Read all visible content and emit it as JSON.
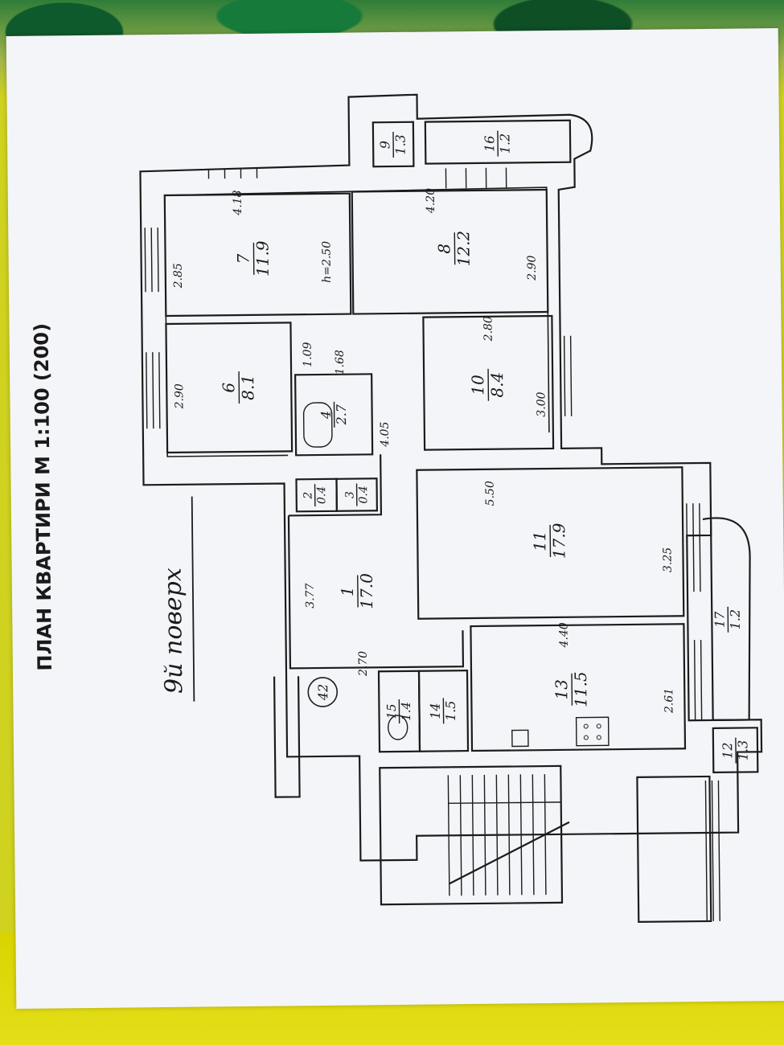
{
  "title": "ПЛАН КВАРТИРИ М 1:100 (200)",
  "floor_label": "9й поверх",
  "building_marker": "42",
  "rooms": [
    {
      "num": "1",
      "area": "17.0"
    },
    {
      "num": "2",
      "area": "0.4"
    },
    {
      "num": "3",
      "area": "0.4"
    },
    {
      "num": "4",
      "area": "2.7"
    },
    {
      "num": "6",
      "area": "8.1"
    },
    {
      "num": "7",
      "area": "11.9"
    },
    {
      "num": "8",
      "area": "12.2"
    },
    {
      "num": "9",
      "area": "1.3"
    },
    {
      "num": "10",
      "area": "8.4"
    },
    {
      "num": "11",
      "area": "17.9"
    },
    {
      "num": "12",
      "area": "1.3"
    },
    {
      "num": "13",
      "area": "11.5"
    },
    {
      "num": "14",
      "area": "1.5"
    },
    {
      "num": "15",
      "area": "1.4"
    },
    {
      "num": "16",
      "area": "1.2"
    },
    {
      "num": "17",
      "area": "1.2"
    }
  ],
  "dimensions": {
    "d_2_85": "2.85",
    "d_4_18": "4.18",
    "d_h_2_50": "h=2.50",
    "d_4_20": "4.20",
    "d_2_90a": "2.90",
    "d_2_90b": "2.90",
    "d_1_09": "1.09",
    "d_1_68": "1.68",
    "d_4_05": "4.05",
    "d_2_80": "2.80",
    "d_3_00": "3.00",
    "d_5_50": "5.50",
    "d_3_25": "3.25",
    "d_3_77": "3.77",
    "d_2_70": "2.70",
    "d_4_40": "4.40",
    "d_2_61": "2.61"
  }
}
